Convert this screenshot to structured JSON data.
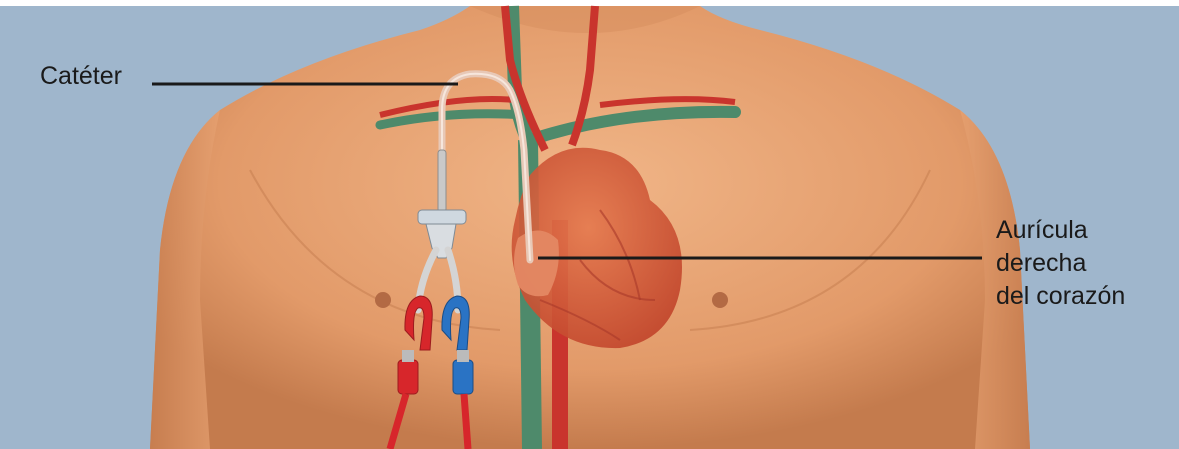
{
  "labels": {
    "catheter": "Catéter",
    "atrium": [
      "Aurícula",
      "derecha",
      "del corazón"
    ]
  },
  "colors": {
    "background": "#9fb6cc",
    "skin": "#e6a171",
    "skin_shadow": "#c47b4d",
    "artery": "#c9342d",
    "vein": "#4e8a6b",
    "heart": "#d4603c",
    "catheter_tube": "#e8c8b6",
    "clamp_red": "#d7262b",
    "clamp_blue": "#2a73c4",
    "leader_line": "#1a1a1a"
  }
}
